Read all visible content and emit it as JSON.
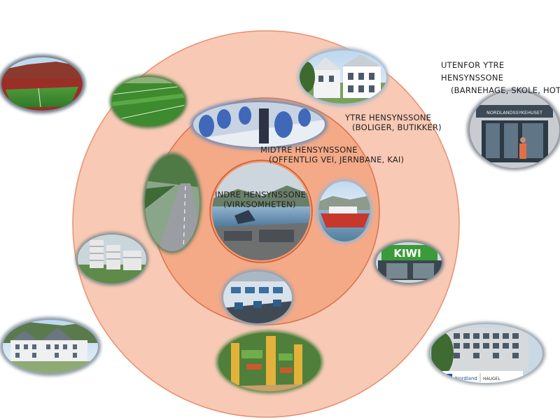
{
  "zones": {
    "outside": {
      "title_line1": "UTENFOR YTRE",
      "title_line2": "HENSYNSSONE",
      "examples": "(BARNEHAGE, SKOLE, HOT"
    },
    "outer": {
      "title": "YTRE HENSYNSSONE",
      "examples": "(BOLIGER, BUTIKKER)"
    },
    "middle": {
      "title": "MIDTRE HENSYNSSONE",
      "examples": "(OFFENTLIG VEI, JERNBANE, KAI)"
    },
    "inner": {
      "title": "INDRE HENSYNSSONE",
      "examples": "(VIRKSOMHETEN)"
    }
  },
  "sign_texts": {
    "kiwi": "KIWI",
    "school_sign": "NORDLANDSSYKEHUSET",
    "nordland": "Nordland",
    "haugel": "HAUGEL"
  },
  "colors": {
    "outer_ring": "#f8c9b5",
    "outer_ring_stroke": "#e7906d",
    "middle_ring": "#f4a987",
    "middle_ring_stroke": "#d9744c",
    "inner_ring": "#ef9a74",
    "inner_ring_stroke": "#c85d34"
  }
}
